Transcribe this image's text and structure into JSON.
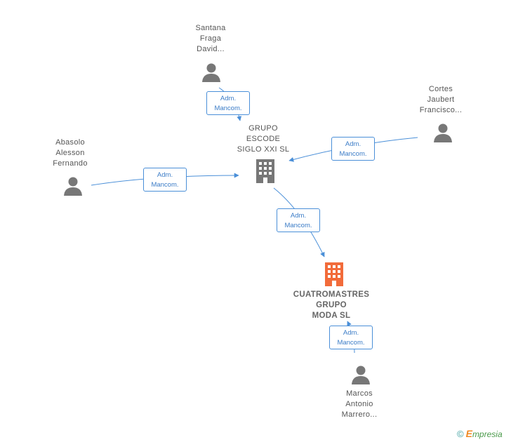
{
  "nodes": {
    "santana": [
      "Santana",
      "Fraga",
      "David..."
    ],
    "cortes": [
      "Cortes",
      "Jaubert",
      "Francisco..."
    ],
    "abasolo": [
      "Abasolo",
      "Alesson",
      "Fernando"
    ],
    "grupo_escode": [
      "GRUPO",
      "ESCODE",
      "SIGLO XXI SL"
    ],
    "cuatromastres": [
      "CUATROMASTRES",
      "GRUPO",
      "MODA SL"
    ],
    "marcos": [
      "Marcos",
      "Antonio",
      "Marrero..."
    ]
  },
  "edge_label": [
    "Adm.",
    "Mancom."
  ],
  "colors": {
    "link": "#4a8fd8",
    "icon": "#777777",
    "focus_company": "#f26b3a"
  },
  "footer": {
    "copyright": "©",
    "brand_e": "E",
    "brand_rest": "mpresia"
  },
  "icons": {
    "person": "person-icon",
    "company": "building-icon"
  }
}
